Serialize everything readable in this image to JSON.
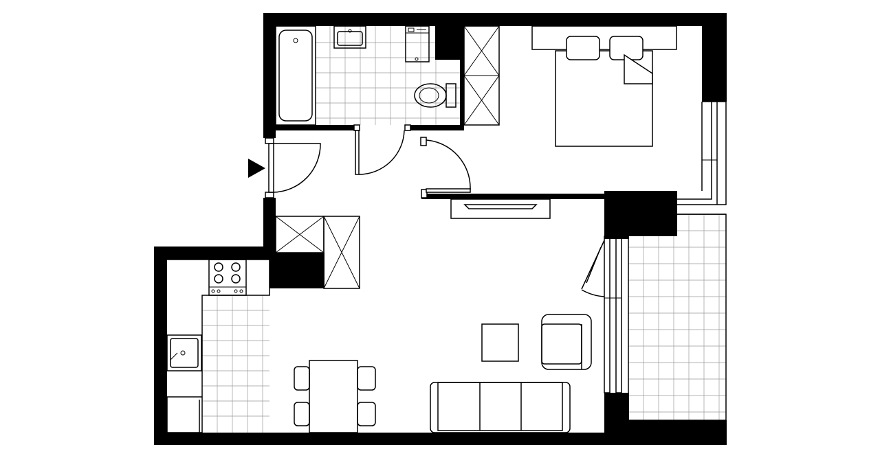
{
  "diagram": {
    "type": "floor-plan",
    "rooms": [
      "bathroom",
      "bedroom",
      "hallway",
      "kitchen",
      "living-room",
      "balcony"
    ],
    "colors": {
      "wall": "#000000",
      "floor_grid": "#9a9a9a",
      "background": "#ffffff"
    },
    "entrance_marker": "entrance-arrow-icon"
  }
}
